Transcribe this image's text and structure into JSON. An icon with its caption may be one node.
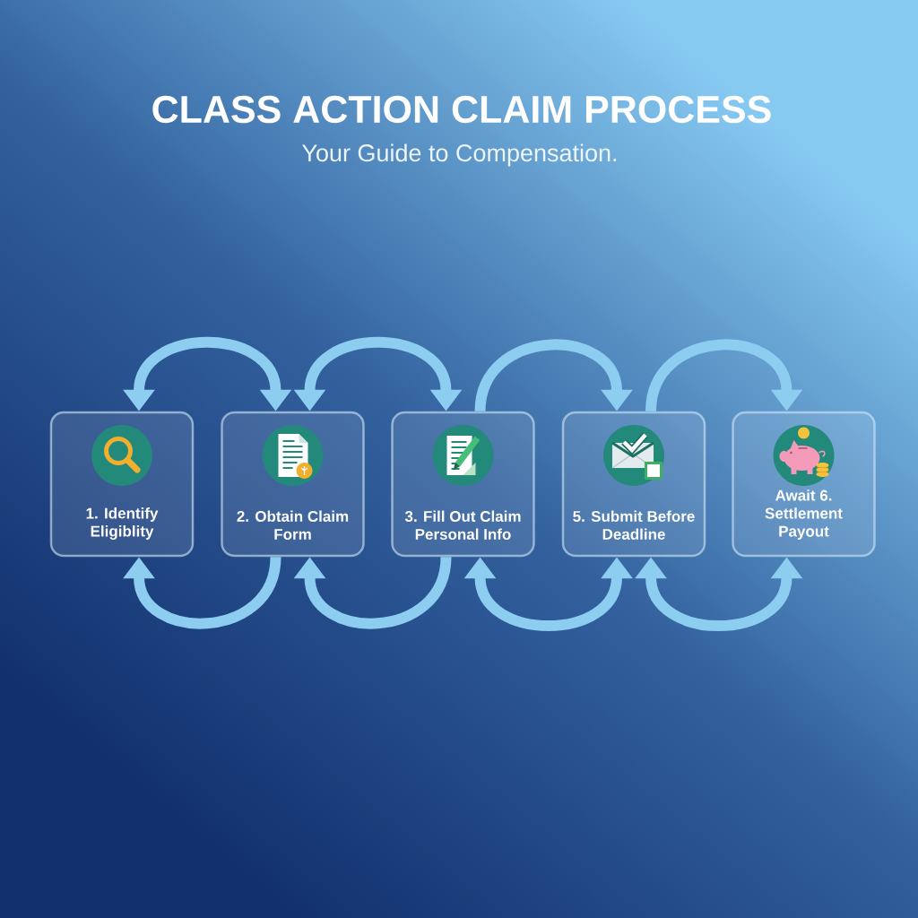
{
  "diagram": {
    "title": "CLASS ACTION CLAIM PROCESS",
    "nodes": [
      {
        "text": [
          "1. Identify Eligiblity"
        ]
      },
      {
        "text": [
          "2. Obtain Claim Form"
        ]
      },
      {
        "text": [
          "3. Fill Out Claim Personal Info"
        ]
      },
      {
        "text": [
          "5. Submit Before Deadline"
        ]
      },
      {
        "text": [
          "Await 6. Settlement Payout"
        ]
      }
    ],
    "edges": [
      {
        "from": 0,
        "to": 1,
        "arrow": "both"
      },
      {
        "from": 1,
        "to": 2,
        "arrow": "both"
      },
      {
        "from": 2,
        "to": 3,
        "arrow": "to"
      },
      {
        "from": 3,
        "to": 4,
        "arrow": "to"
      },
      {
        "from": 1,
        "to": 0,
        "arrow": "to"
      },
      {
        "from": 2,
        "to": 1,
        "arrow": "to"
      },
      {
        "from": 2,
        "to": 3,
        "arrow": "both"
      },
      {
        "from": 3,
        "to": 4,
        "arrow": "both"
      }
    ],
    "labels": [
      "Your Guide to Compensation."
    ]
  }
}
